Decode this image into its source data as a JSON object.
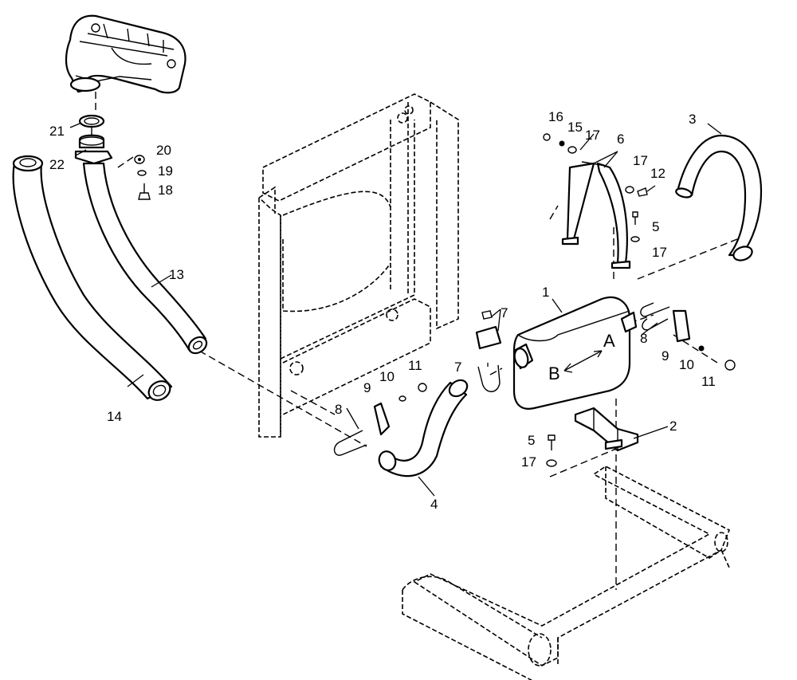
{
  "callouts": {
    "c1": "1",
    "c2": "2",
    "c3": "3",
    "c4": "4",
    "c5a": "5",
    "c5b": "5",
    "c6": "6",
    "c7a": "7",
    "c7b": "7",
    "c8a": "8",
    "c8b": "8",
    "c9a": "9",
    "c9b": "9",
    "c10a": "10",
    "c10b": "10",
    "c11a": "11",
    "c11b": "11",
    "c12": "12",
    "c13": "13",
    "c14": "14",
    "c15": "15",
    "c16": "16",
    "c17a": "17",
    "c17b": "17",
    "c17c": "17",
    "c17d": "17",
    "c18": "18",
    "c19": "19",
    "c20": "20",
    "c21": "21",
    "c22": "22"
  },
  "muffler_labels": {
    "a": "A",
    "b": "B"
  },
  "colors": {
    "line": "#000000",
    "fill": "#ffffff"
  }
}
